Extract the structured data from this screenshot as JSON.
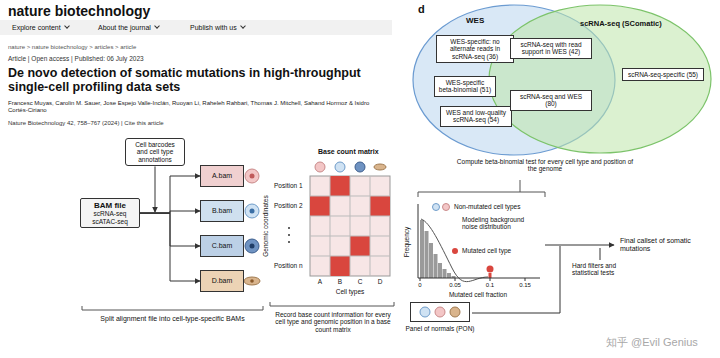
{
  "diagram": {
    "nodes": [
      {
        "text": [
          "WES"
        ]
      },
      {
        "text": [
          "scRNA-seq (SComatic)"
        ]
      },
      {
        "text": [
          "WES-specific: no alternate reads in scRNA-seq (36)"
        ],
        "in": 0
      },
      {
        "text": [
          "WES-specific beta-binomial (51)"
        ],
        "in": 0
      },
      {
        "text": [
          "WES and low-quality scRNA-seq (54)"
        ],
        "in": 0
      },
      {
        "text": [
          "scRNA-seq with read support in WES (42)"
        ],
        "in": 1
      },
      {
        "text": [
          "scRNA-seq and WES (80)"
        ],
        "in": 1
      },
      {
        "text": [
          "scRNA-seq-specific (55)"
        ],
        "in": 1
      },
      {
        "text": [
          "Cell barcodes and cell type annotations"
        ]
      },
      {
        "text": [
          "BAM file",
          "scRNA-seq scATAC-seq"
        ]
      },
      {
        "text": [
          "A.bam"
        ]
      },
      {
        "text": [
          "B.bam"
        ]
      },
      {
        "text": [
          "C.bam"
        ]
      },
      {
        "text": [
          "D.bam"
        ]
      },
      {
        "text": [
          "Panel of normals (PON)"
        ]
      }
    ],
    "edges": [
      {
        "from": 9,
        "to": 10,
        "arrow": "to"
      },
      {
        "from": 9,
        "to": 11,
        "arrow": "to"
      },
      {
        "from": 9,
        "to": 12,
        "arrow": "to"
      },
      {
        "from": 9,
        "to": 13,
        "arrow": "to"
      }
    ],
    "labels": [
      "nature biotechnology",
      "Explore content",
      "About the journal",
      "Publish with us",
      "nature > nature biotechnology > articles > article",
      "Article | Open access | Published: 06 July 2023",
      "De novo detection of somatic mutations in high-throughput single-cell profiling data sets",
      "Francesc Muyas, Carolin M. Sauer, Jose Espejo Valle-Inclán, Ruoyan Li, Raheleh Rahbari, Thomas J. Mitchell, Sahand Hormoz & Isidro Cortés-Ciriano",
      "Nature Biotechnology 42, 758–767 (2024) | Cite this article",
      "d",
      "Base count matrix",
      "Position 1",
      "Position 2",
      "Position n",
      "Genomic coordinates",
      "A",
      "B",
      "C",
      "D",
      "Cell types",
      "Split alignment file into cell-type-specific BAMs",
      "Record base count information for every cell type and genomic position in a base count matrix",
      "Compute beta-binomial test for every cell type and position of the genome",
      "Non-mutated cell types",
      "Modeling background noise distribution",
      "Mutated cell type",
      "Frequency",
      "0",
      "0.05",
      "0.1",
      "0.15",
      "Mutated cell fraction",
      "Hard filters and statistical tests",
      "Final callset of somatic mutations",
      "知乎 @Evil Genius"
    ]
  }
}
